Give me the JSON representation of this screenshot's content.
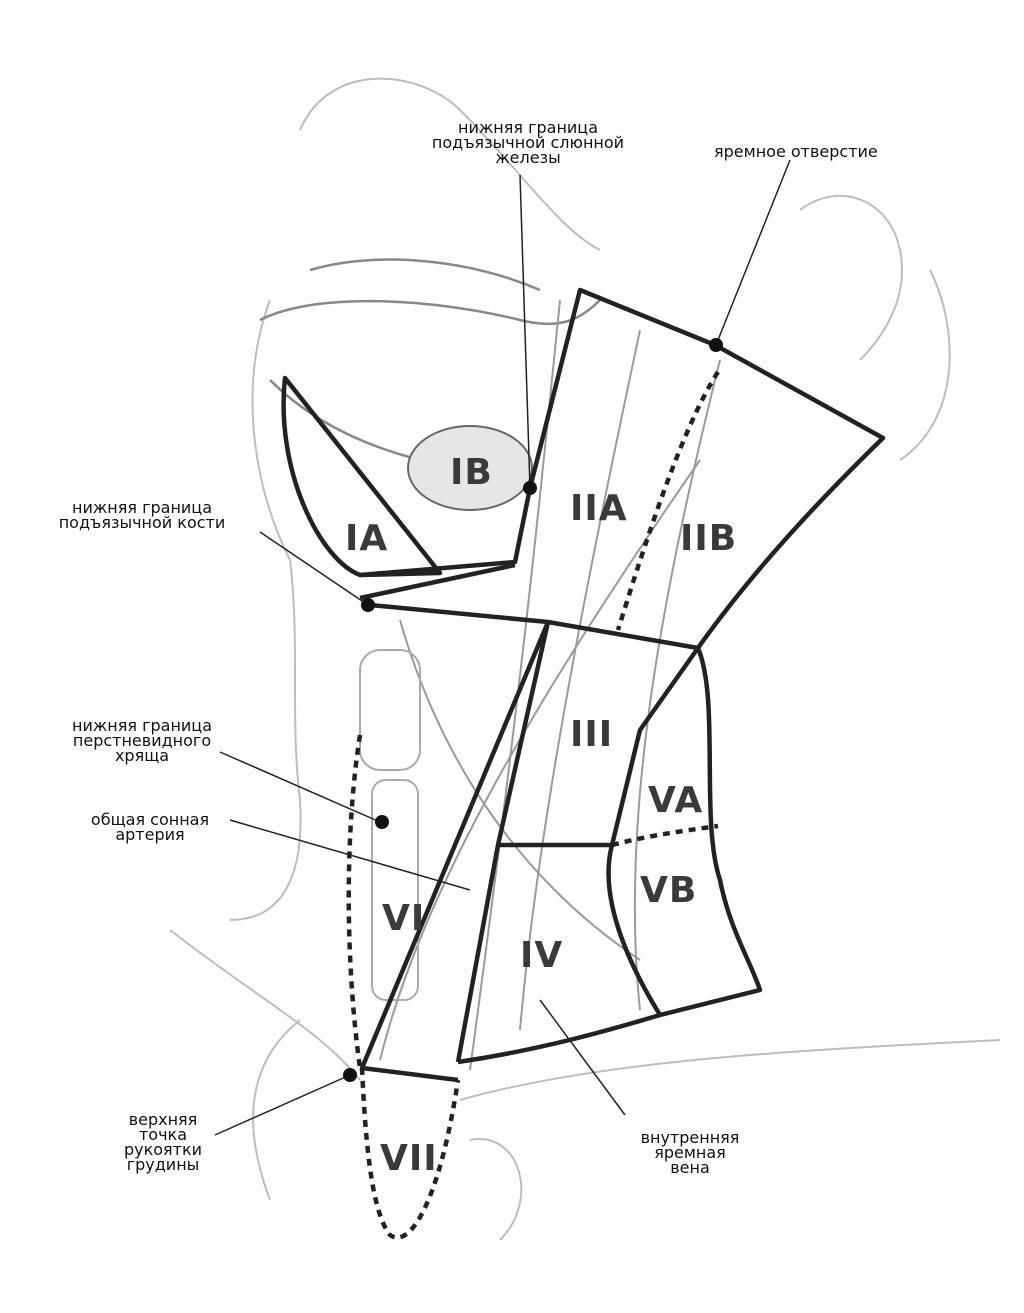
{
  "annotations": {
    "sublingual": [
      "нижняя граница",
      "подъязычной слюнной",
      "железы"
    ],
    "jugular_foramen": [
      "яремное отверстие"
    ],
    "hyoid": [
      "нижняя граница",
      "подъязычной кости"
    ],
    "cricoid": [
      "нижняя граница",
      "перстневидного",
      "хряща"
    ],
    "carotid": [
      "общая сонная",
      "артерия"
    ],
    "sternum": [
      "верхняя",
      "точка",
      "рукоятки",
      "грудины"
    ],
    "ijv": [
      "внутренняя",
      "яремная",
      "вена"
    ]
  },
  "levels": {
    "ia": "IA",
    "ib": "IB",
    "iia": "IIA",
    "iib": "IIB",
    "iii": "III",
    "iv": "IV",
    "va": "VA",
    "vb": "VB",
    "vi": "VI",
    "vii": "VII"
  }
}
